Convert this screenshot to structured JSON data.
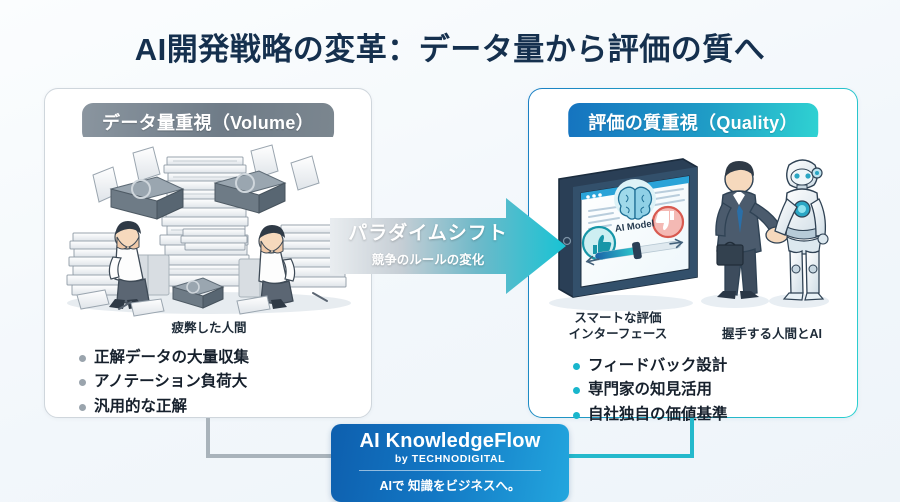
{
  "title": "AI開発戦略の変革：データ量から評価の質へ",
  "left_panel": {
    "header": "データ量重視（Volume）",
    "illustration_name": "exhausted-workers-paper-stacks",
    "caption": "疲弊した人間",
    "bullets": [
      "正解データの大量収集",
      "アノテーション負荷大",
      "汎用的な正解"
    ]
  },
  "right_panel": {
    "header": "評価の質重視（Quality）",
    "illustration_tablet_name": "tablet-evaluation-interface",
    "tablet_label": "AI Model",
    "illustration_handshake_name": "human-robot-handshake",
    "caption_tablet": "スマートな評価\nインターフェース",
    "caption_handshake": "握手する人間とAI",
    "bullets": [
      "フィードバック設計",
      "専門家の知見活用",
      "自社独自の価値基準"
    ]
  },
  "arrow": {
    "main": "パラダイムシフト",
    "sub": "競争のルールの変化"
  },
  "footer_badge": {
    "title": "AI KnowledgeFlow",
    "subtitle": "by TECHNODIGITAL",
    "tagline": "AIで 知識をビジネスへ。"
  },
  "colors": {
    "title": "#15304e",
    "left_accent": "#7b868f",
    "right_accent_start": "#1574c0",
    "right_accent_end": "#2fd2d2",
    "bullet_left": "#9aa4ad",
    "bullet_right": "#19b6cc",
    "badge_start": "#0e5fae",
    "badge_end": "#23a6de",
    "background": "#f3f7fb"
  }
}
